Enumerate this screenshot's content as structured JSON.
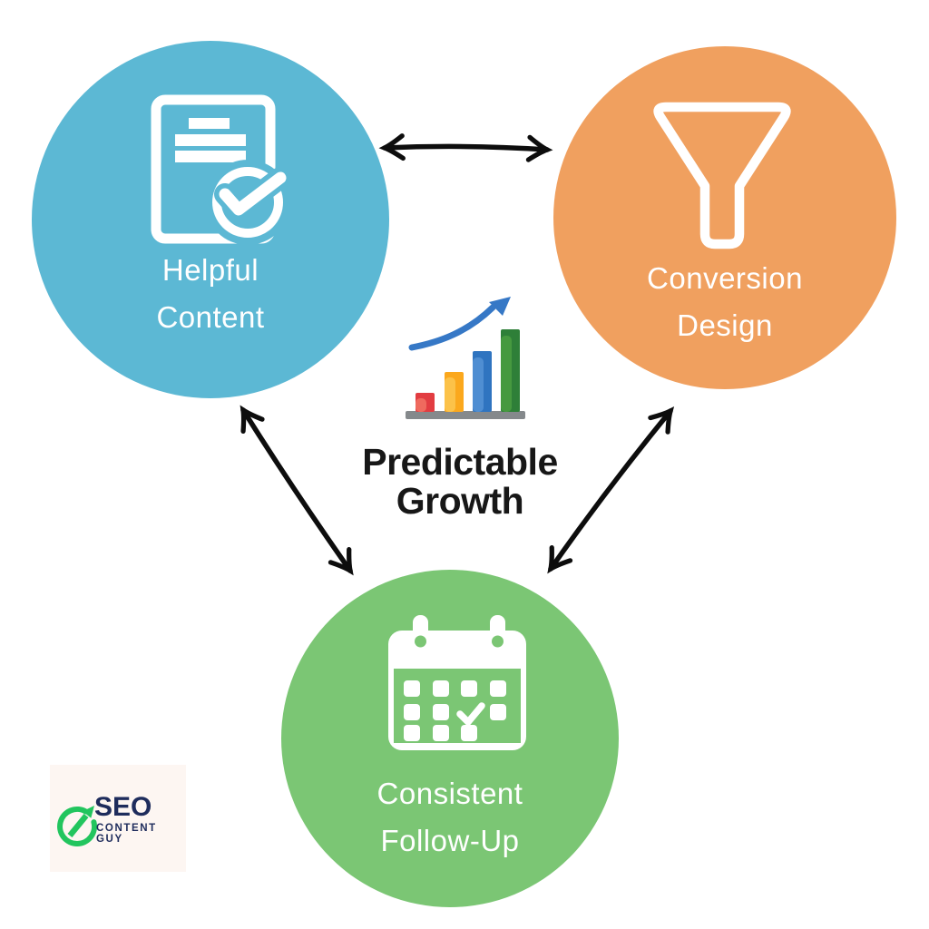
{
  "canvas": {
    "background": "#ffffff"
  },
  "center": {
    "title_line1": "Predictable",
    "title_line2": "Growth",
    "title_color": "#171717",
    "growth_chart_icon": {
      "name": "growth-chart-icon",
      "bar_colors": [
        "#e23c41",
        "#fba81d",
        "#2f74c0",
        "#2e7f38"
      ],
      "bar_highlight_colors": [
        "#ef6a5e",
        "#fcc249",
        "#4f8ed2",
        "#46993f"
      ],
      "base_color": "#85898c",
      "trend_arrow_color": "#3678c6"
    }
  },
  "nodes": [
    {
      "id": "helpful-content",
      "line1": "Helpful",
      "line2": "Content",
      "circle_color": "#5cb8d4",
      "text_color": "#ffffff",
      "icon": "document-check-icon"
    },
    {
      "id": "conversion-design",
      "line1": "Conversion",
      "line2": "Design",
      "circle_color": "#f0a05f",
      "text_color": "#ffffff",
      "icon": "funnel-icon"
    },
    {
      "id": "consistent-follow-up",
      "line1": "Consistent",
      "line2": "Follow-Up",
      "circle_color": "#7bc674",
      "text_color": "#ffffff",
      "icon": "calendar-check-icon"
    }
  ],
  "connectors": {
    "color": "#0d0d0d",
    "style": "hand-drawn double-headed",
    "links": [
      "helpful-content <-> conversion-design",
      "helpful-content <-> consistent-follow-up",
      "consistent-follow-up <-> conversion-design"
    ]
  },
  "logo": {
    "wordmark": "SEO",
    "tagline": "CONTENT GUY",
    "icon": "circular-growth-arrow-icon",
    "green": "#22c55e",
    "navy": "#1e2c5c",
    "background": "#fdf6f2"
  }
}
